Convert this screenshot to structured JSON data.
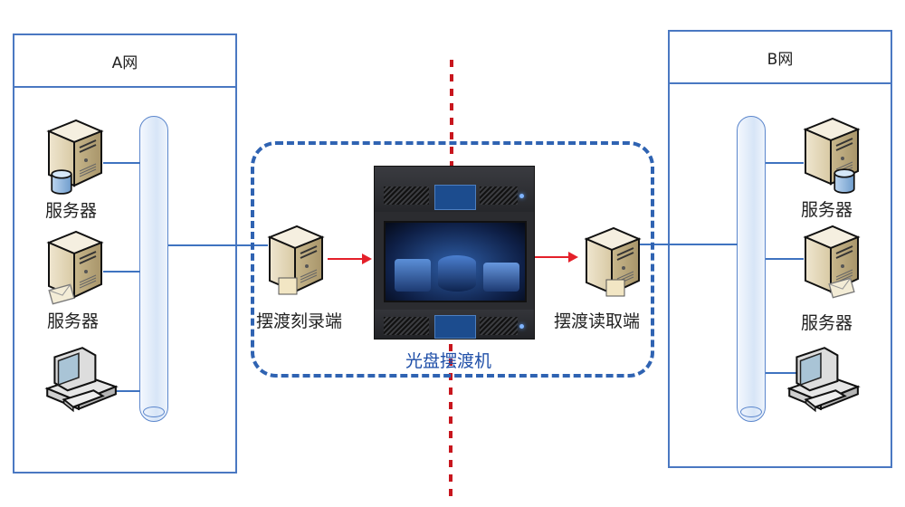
{
  "diagram": {
    "left_network": {
      "title": "A网",
      "devices": [
        {
          "type": "database-server",
          "label": "服务器"
        },
        {
          "type": "mail-server",
          "label": "服务器"
        },
        {
          "type": "workstation",
          "label": ""
        }
      ]
    },
    "right_network": {
      "title": "B网",
      "devices": [
        {
          "type": "database-server",
          "label": "服务器"
        },
        {
          "type": "mail-server",
          "label": "服务器"
        },
        {
          "type": "workstation",
          "label": ""
        }
      ]
    },
    "ferry_zone": {
      "burn_end_label": "摆渡刻录端",
      "read_end_label": "摆渡读取端",
      "machine_label": "光盘摆渡机"
    },
    "colors": {
      "network_border": "#4a78c2",
      "ferry_dash": "#2f63b2",
      "separator": "#c8161e",
      "arrow": "#e4202a",
      "machine_label": "#1f4fa8"
    }
  }
}
